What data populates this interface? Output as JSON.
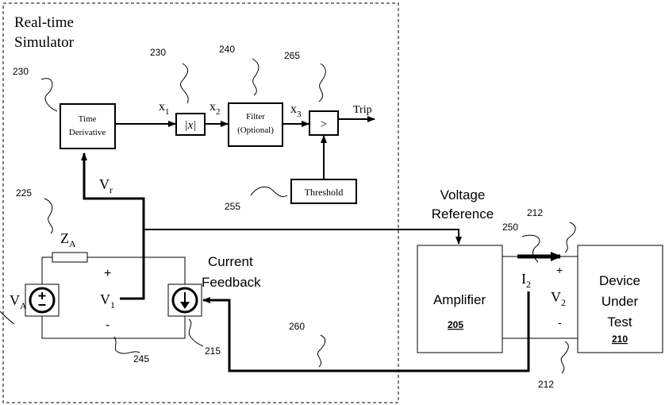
{
  "simulator": {
    "title_line1": "Real-time",
    "title_line2": "Simulator"
  },
  "blocks": {
    "time_derivative": {
      "line1": "Time",
      "line2": "Derivative"
    },
    "abs": {
      "label": "|x|"
    },
    "filter": {
      "line1": "Filter",
      "line2": "(Optional)"
    },
    "comparator": {
      "label": ">"
    },
    "threshold": {
      "label": "Threshold"
    },
    "amplifier": {
      "label": "Amplifier",
      "ref": "205"
    },
    "device": {
      "line1": "Device",
      "line2": "Under",
      "line3": "Test",
      "ref": "210"
    }
  },
  "signals": {
    "x1": {
      "base": "x",
      "sub": "1"
    },
    "x2": {
      "base": "x",
      "sub": "2"
    },
    "x3": {
      "base": "x",
      "sub": "3"
    },
    "trip": "Trip",
    "vr": {
      "base": "V",
      "sub": "r"
    },
    "za": {
      "base": "Z",
      "sub": "A"
    },
    "va": {
      "base": "V",
      "sub": "A"
    },
    "v1": {
      "base": "V",
      "sub": "1"
    },
    "v2": {
      "base": "V",
      "sub": "2"
    },
    "i2": {
      "base": "I",
      "sub": "2"
    },
    "plus": "+",
    "minus": "-",
    "voltage_reference": {
      "line1": "Voltage",
      "line2": "Reference"
    },
    "current_feedback": {
      "line1": "Current",
      "line2": "Feedback"
    }
  },
  "refs": {
    "r230a": "230",
    "r230b": "230",
    "r240": "240",
    "r265": "265",
    "r225": "225",
    "r255": "255",
    "r250": "250",
    "r212a": "212",
    "r212b": "212",
    "r260": "260",
    "r245": "245",
    "r215": "215"
  }
}
